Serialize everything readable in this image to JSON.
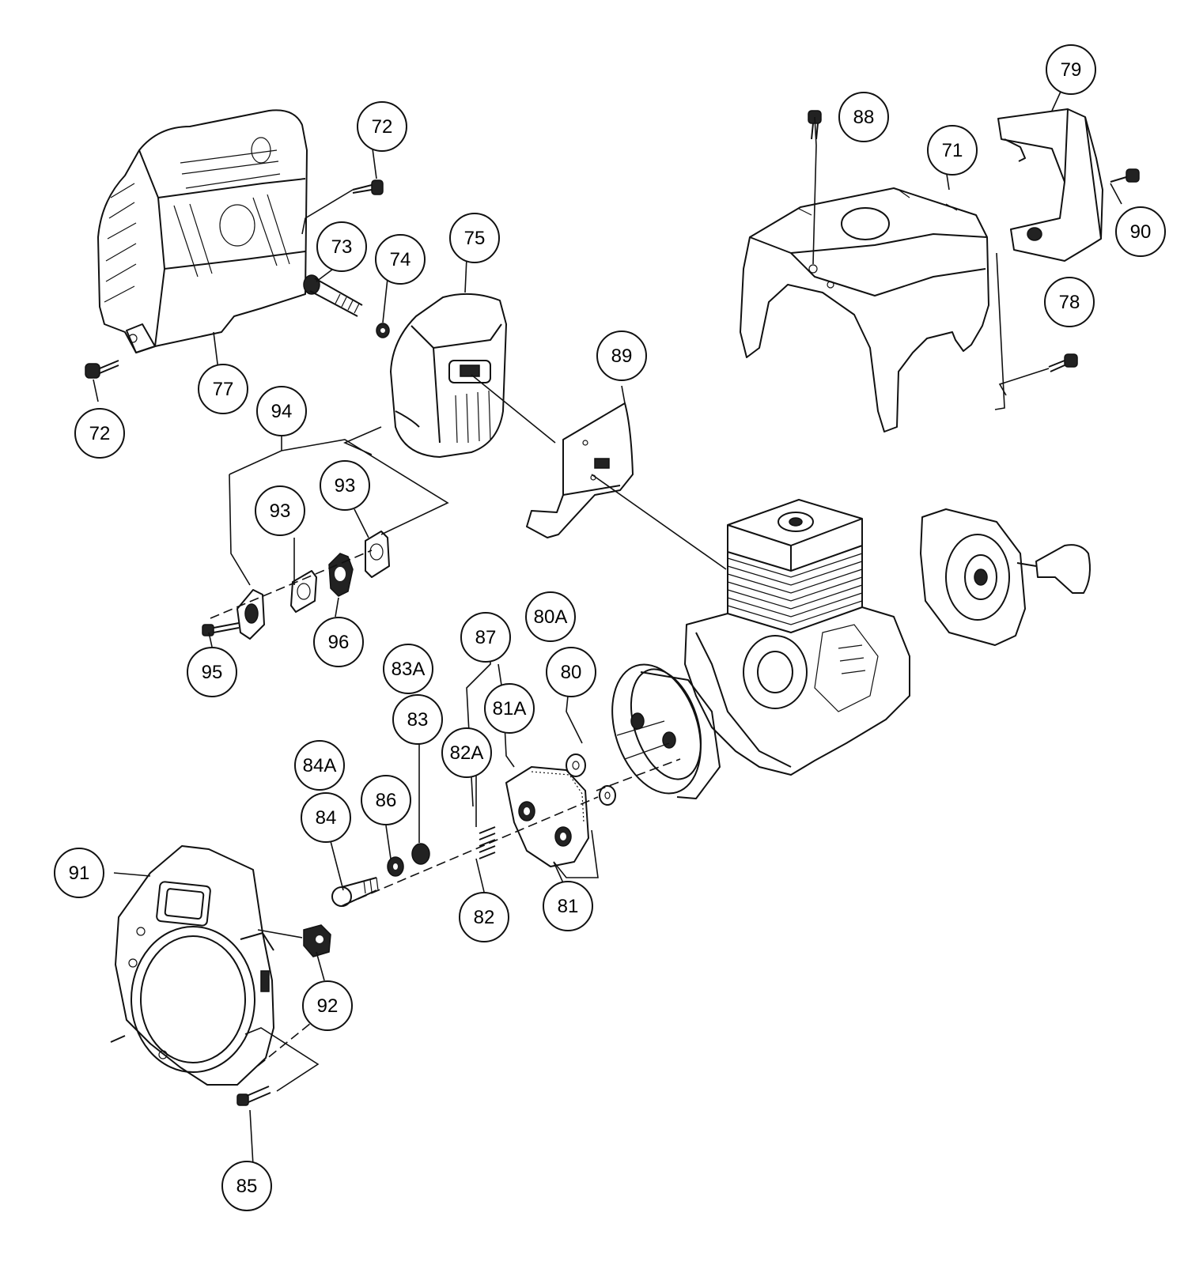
{
  "callouts": [
    {
      "id": "c72a",
      "label": "72"
    },
    {
      "id": "c72b",
      "label": "72"
    },
    {
      "id": "c73",
      "label": "73"
    },
    {
      "id": "c74",
      "label": "74"
    },
    {
      "id": "c75",
      "label": "75"
    },
    {
      "id": "c77",
      "label": "77"
    },
    {
      "id": "c88",
      "label": "88"
    },
    {
      "id": "c71",
      "label": "71"
    },
    {
      "id": "c79",
      "label": "79"
    },
    {
      "id": "c90",
      "label": "90"
    },
    {
      "id": "c78",
      "label": "78"
    },
    {
      "id": "c89",
      "label": "89"
    },
    {
      "id": "c94",
      "label": "94"
    },
    {
      "id": "c93a",
      "label": "93"
    },
    {
      "id": "c93b",
      "label": "93"
    },
    {
      "id": "c96",
      "label": "96"
    },
    {
      "id": "c95",
      "label": "95"
    },
    {
      "id": "c87",
      "label": "87"
    },
    {
      "id": "c80A",
      "label": "80A"
    },
    {
      "id": "c80",
      "label": "80"
    },
    {
      "id": "c83A",
      "label": "83A"
    },
    {
      "id": "c83",
      "label": "83"
    },
    {
      "id": "c81A",
      "label": "81A"
    },
    {
      "id": "c82A",
      "label": "82A"
    },
    {
      "id": "c84A",
      "label": "84A"
    },
    {
      "id": "c84",
      "label": "84"
    },
    {
      "id": "c86",
      "label": "86"
    },
    {
      "id": "c82",
      "label": "82"
    },
    {
      "id": "c81",
      "label": "81"
    },
    {
      "id": "c91",
      "label": "91"
    },
    {
      "id": "c92",
      "label": "92"
    },
    {
      "id": "c85",
      "label": "85"
    }
  ]
}
